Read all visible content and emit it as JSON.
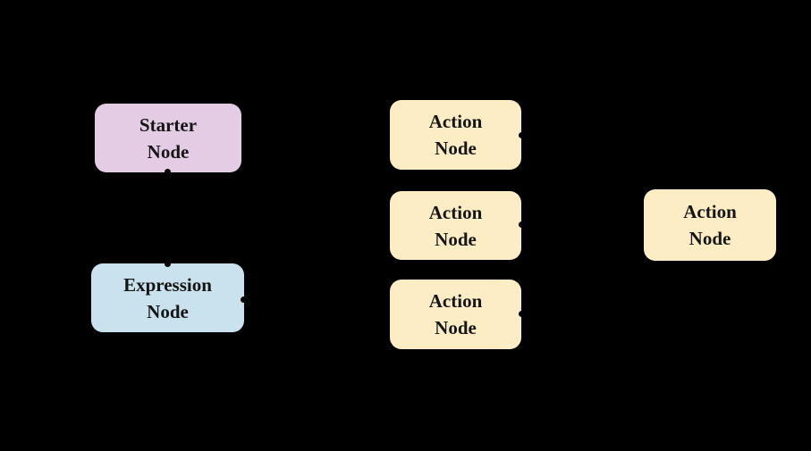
{
  "canvas": {
    "background_color": "#000000"
  },
  "palette": {
    "starter_fill": "#E4CDE4",
    "action_fill": "#FDEDC5",
    "expression_fill": "#C9E2ED",
    "handle_color": "#000000",
    "text_color": "#151515"
  },
  "nodes": [
    {
      "name": "starter-node",
      "line1": "Starter",
      "line2": "Node",
      "color": "#E4CDE4"
    },
    {
      "name": "action-node-1",
      "line1": "Action",
      "line2": "Node",
      "color": "#FDEDC5"
    },
    {
      "name": "action-node-2",
      "line1": "Action",
      "line2": "Node",
      "color": "#FDEDC5"
    },
    {
      "name": "action-node-3",
      "line1": "Action",
      "line2": "Node",
      "color": "#FDEDC5"
    },
    {
      "name": "action-node-right",
      "line1": "Action",
      "line2": "Node",
      "color": "#FDEDC5"
    },
    {
      "name": "expression-node",
      "line1": "Expression",
      "line2": "Node",
      "color": "#C9E2ED"
    }
  ],
  "handles": [
    {
      "name": "starter-node-bottom-handle"
    },
    {
      "name": "expression-node-top-handle"
    },
    {
      "name": "expression-node-right-handle"
    },
    {
      "name": "action-node-1-right-handle"
    },
    {
      "name": "action-node-2-right-handle"
    },
    {
      "name": "action-node-3-right-handle"
    }
  ]
}
